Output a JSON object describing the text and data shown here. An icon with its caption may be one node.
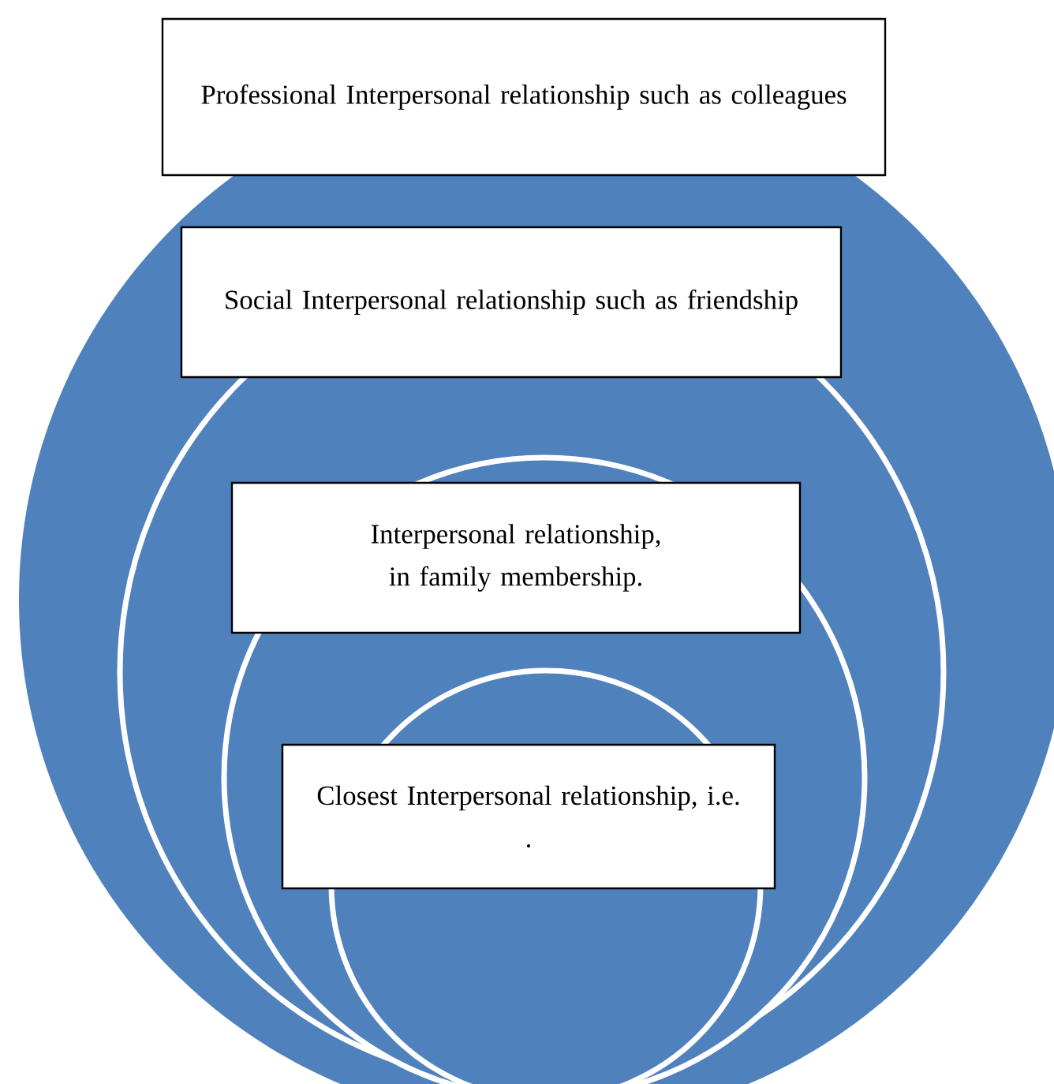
{
  "diagram": {
    "nodes": [
      {
        "text": [
          "Professional Interpersonal relationship such as colleagues"
        ]
      },
      {
        "text": [
          "Social Interpersonal relationship such as friendship"
        ]
      },
      {
        "text": [
          "Interpersonal relationship, in family membership."
        ]
      },
      {
        "text": [
          "Closest Interpersonal relationship, i.e.",
          "."
        ]
      }
    ]
  }
}
